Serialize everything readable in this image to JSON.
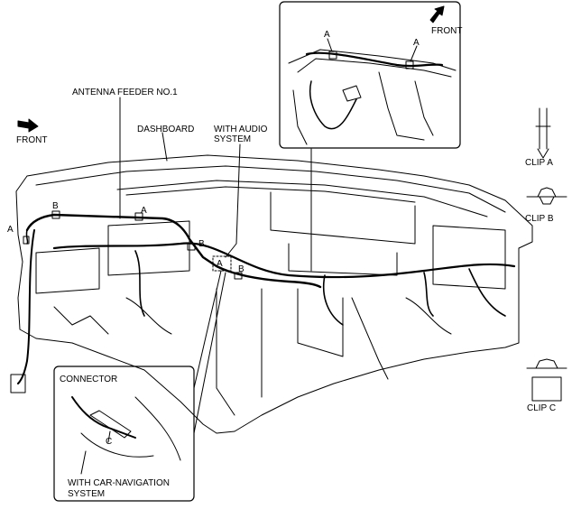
{
  "labels": {
    "antenna_feeder": "ANTENNA FEEDER NO.1",
    "dashboard": "DASHBOARD",
    "with_audio_line1": "WITH AUDIO",
    "with_audio_line2": "SYSTEM",
    "front_left": "FRONT",
    "front_inset": "FRONT",
    "clip_a": "CLIP A",
    "clip_b": "CLIP B",
    "clip_c": "CLIP C",
    "connector": "CONNECTOR",
    "with_nav_line1": "WITH CAR-NAVIGATION",
    "with_nav_line2": "SYSTEM"
  },
  "callouts": {
    "a": "A",
    "b": "B",
    "c": "C"
  }
}
